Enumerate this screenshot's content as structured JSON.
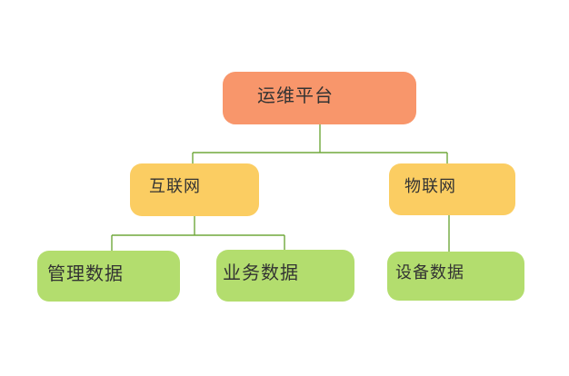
{
  "diagram": {
    "type": "tree",
    "background_color": "#ffffff",
    "connector_color": "#70A83C",
    "text_color": "#333333",
    "nodes": [
      {
        "id": "root",
        "label": "运维平台",
        "level": 0,
        "parent": null,
        "color": "#F8966B"
      },
      {
        "id": "internet",
        "label": "互联网",
        "level": 1,
        "parent": "root",
        "color": "#FBCD62"
      },
      {
        "id": "iot",
        "label": "物联网",
        "level": 1,
        "parent": "root",
        "color": "#FBCD62"
      },
      {
        "id": "mgmt",
        "label": "管理数据",
        "level": 2,
        "parent": "internet",
        "color": "#B3DD6E"
      },
      {
        "id": "biz",
        "label": "业务数据",
        "level": 2,
        "parent": "internet",
        "color": "#B3DD6E"
      },
      {
        "id": "device",
        "label": "设备数据",
        "level": 2,
        "parent": "iot",
        "color": "#B3DD6E"
      }
    ],
    "edges": [
      {
        "from": "root",
        "to": "internet"
      },
      {
        "from": "root",
        "to": "iot"
      },
      {
        "from": "internet",
        "to": "mgmt"
      },
      {
        "from": "internet",
        "to": "biz"
      },
      {
        "from": "iot",
        "to": "device"
      }
    ]
  }
}
